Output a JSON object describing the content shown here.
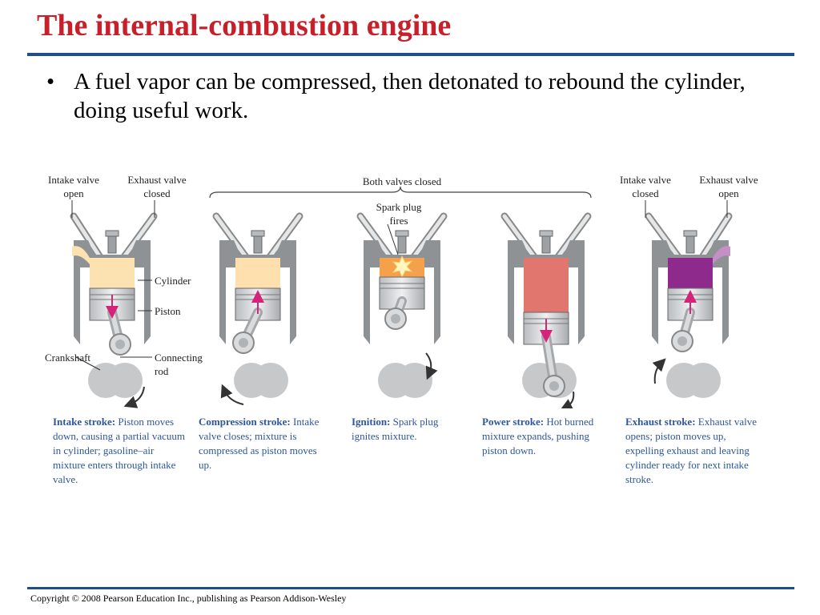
{
  "title": "The internal-combustion engine",
  "bullet": "A fuel vapor can be compressed, then detonated to rebound the cylinder, doing useful work.",
  "labels": {
    "intake_valve_open": "Intake valve\nopen",
    "exhaust_valve_closed": "Exhaust valve\nclosed",
    "both_valves_closed": "Both valves closed",
    "spark_plug_fires": "Spark plug\nfires",
    "intake_valve_closed": "Intake valve\nclosed",
    "exhaust_valve_open": "Exhaust valve\nopen",
    "cylinder": "Cylinder",
    "piston": "Piston",
    "crankshaft": "Crankshaft",
    "connecting_rod": "Connecting\nrod"
  },
  "strokes": [
    {
      "heading": "Intake stroke:",
      "text": "Piston moves down, causing a partial vacuum in cylinder; gasoline–air mixture enters through intake valve.",
      "fill": "#fce2b0"
    },
    {
      "heading": "Compression stroke:",
      "text": "Intake valve closes; mixture is compressed as piston moves up.",
      "fill": "#fde0ad"
    },
    {
      "heading": "Ignition:",
      "text": "Spark plug ignites mixture.",
      "fill": "#f5a04a"
    },
    {
      "heading": "Power stroke:",
      "text": "Hot burned mixture expands, pushing piston down.",
      "fill": "#e0766e"
    },
    {
      "heading": "Exhaust stroke:",
      "text": "Exhaust valve opens; piston moves up, expelling exhaust and leaving cylinder ready for next intake stroke.",
      "fill": "#8e2a8c"
    }
  ],
  "footer": "Copyright © 2008 Pearson Education Inc., publishing as Pearson Addison-Wesley"
}
